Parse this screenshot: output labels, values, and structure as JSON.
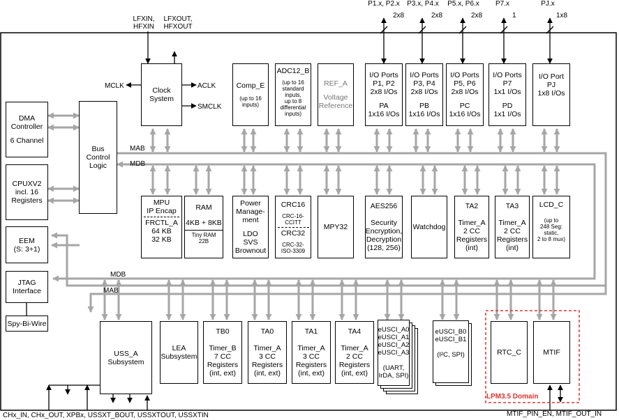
{
  "colors": {
    "bus": "#a6a6a6",
    "line": "#000000",
    "lpm_domain": "#e03030"
  },
  "top_signals": {
    "clk_in": "LFXIN,\nHFXIN",
    "clk_out": "LFXOUT,\nHFXOUT",
    "p12": "P1.x, P2.x",
    "p34": "P3.x, P4.x",
    "p56": "P5.x, P6.x",
    "p7": "P7.x",
    "pj": "PJ.x",
    "w_p12": "2x8",
    "w_p34": "2x8",
    "w_p56": "2x8",
    "w_p7": "1",
    "w_pj": "1x8"
  },
  "clock_outputs": {
    "mclk": "MCLK",
    "aclk": "ACLK",
    "smclk": "SMCLK"
  },
  "bus_labels": {
    "mab": "MAB",
    "mdb": "MDB"
  },
  "blocks": {
    "clock": "Clock\nSystem",
    "dma_title": "DMA\nController",
    "dma_sub": "6 Channel",
    "bus_ctrl": "Bus\nControl\nLogic",
    "cpu": "CPUXV2\nincl. 16\nRegisters",
    "eem": "EEM\n(S: 3+1)",
    "jtag": "JTAG\nInterface",
    "sbw": "Spy-Bi-Wire",
    "comp_title": "Comp_E",
    "comp_sub": "(up to 16\ninputs)",
    "adc_title": "ADC12_B",
    "adc_sub": "(up to 16\nstandard\ninputs,\nup to 8\ndifferential\ninputs)",
    "ref_title": "REF_A",
    "ref_sub": "Voltage\nReference",
    "io_pa_top": "I/O Ports\nP1, P2\n2x8 I/Os",
    "io_pa_bot": "PA\n1x16 I/Os",
    "io_pb_top": "I/O Ports\nP3, P4\n2x8 I/Os",
    "io_pb_bot": "PB\n1x16 I/Os",
    "io_pc_top": "I/O Ports\nP5, P6\n2x8 I/Os",
    "io_pc_bot": "PC\n1x16 I/Os",
    "io_pd_top": "I/O Ports\nP7\n1x1 I/Os",
    "io_pd_bot": "PD\n1x1 I/Os",
    "io_pj": "I/O Port\nPJ\n1x8 I/Os",
    "mpu_top": "MPU\nIP Encap",
    "mpu_bot": "FRCTL_A\n64 KB\n32 KB",
    "ram_top": "RAM",
    "ram_mid": "4KB + 8KB",
    "ram_bot": "Tiny RAM\n22B",
    "pmm_top": "Power\nManage-\nment",
    "pmm_bot": "LDO\nSVS\nBrownout",
    "crc16": "CRC16",
    "crc16_sub": "CRC-16-\nCCITT",
    "crc32": "CRC32",
    "crc32_sub": "CRC-32-\nISO-3309",
    "mpy": "MPY32",
    "aes": "AES256\n\nSecurity\nEncryption,\nDecryption\n(128, 256)",
    "wdt": "Watchdog",
    "ta2": "TA2\n\nTimer_A\n2 CC\nRegisters\n(int)",
    "ta3": "TA3\n\nTimer_A\n2 CC\nRegisters\n(int)",
    "lcd_title": "LCD_C",
    "lcd_sub": "(up to\n248 Seg:\nstatic,\n2 to 8 mux)",
    "uss": "USS_A\nSubsystem",
    "lea": "LEA\nSubsystem",
    "tb0": "TB0\n\nTimer_B\n7 CC\nRegisters\n(int, ext)",
    "ta0": "TA0\n\nTimer_A\n3 CC\nRegisters\n(int, ext)",
    "ta1": "TA1\n\nTimer_A\n3 CC\nRegisters\n(int, ext)",
    "ta4": "TA4\n\nTimer_A\n2 CC\nRegisters\n(int, ext)",
    "eusci_a": "eUSCI_A0\neUSCI_A1\neUSCI_A2\neUSCI_A3\n\n(UART,\nIrDA, SPI)",
    "eusci_b": "eUSCI_B0\neUSCI_B1\n\n(I²C, SPI)",
    "rtc": "RTC_C",
    "mtif": "MTIF"
  },
  "domain_label": "LPM3.5 Domain",
  "bottom_signals": {
    "uss_pins": "CHx_IN, CHx_OUT, XPBx, USSXT_BOUT, USSXTOUT, USSXTIN",
    "mtif_pins": "MTIF_PIN_EN, MTIF_OUT_IN"
  }
}
